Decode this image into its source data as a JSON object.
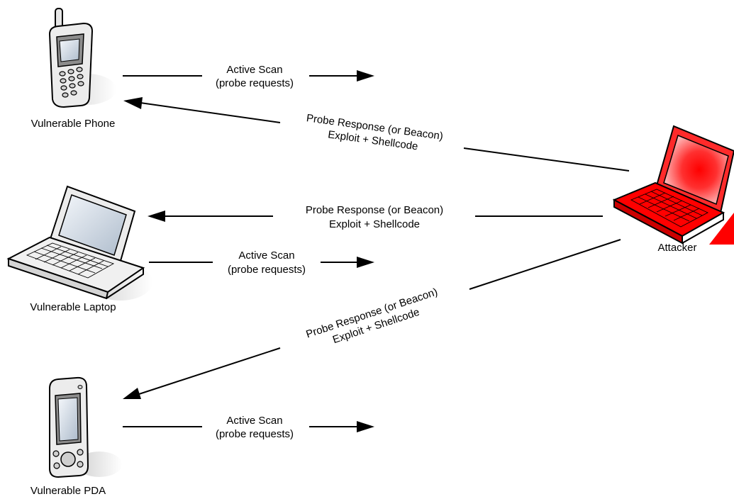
{
  "devices": {
    "phone": "Vulnerable Phone",
    "laptop": "Vulnerable Laptop",
    "pda": "Vulnerable PDA",
    "attacker": "Attacker"
  },
  "messages": {
    "scan": [
      "Active Scan",
      "(probe requests)"
    ],
    "response": [
      "Probe Response (or Beacon)",
      "Exploit + Shellcode"
    ]
  },
  "colors": {
    "attacker": "#ff0000",
    "line": "#000000"
  },
  "icons": {
    "phone": "mobile-phone-icon",
    "laptop": "laptop-icon",
    "pda": "pda-icon",
    "attacker": "attacker-laptop-icon"
  }
}
